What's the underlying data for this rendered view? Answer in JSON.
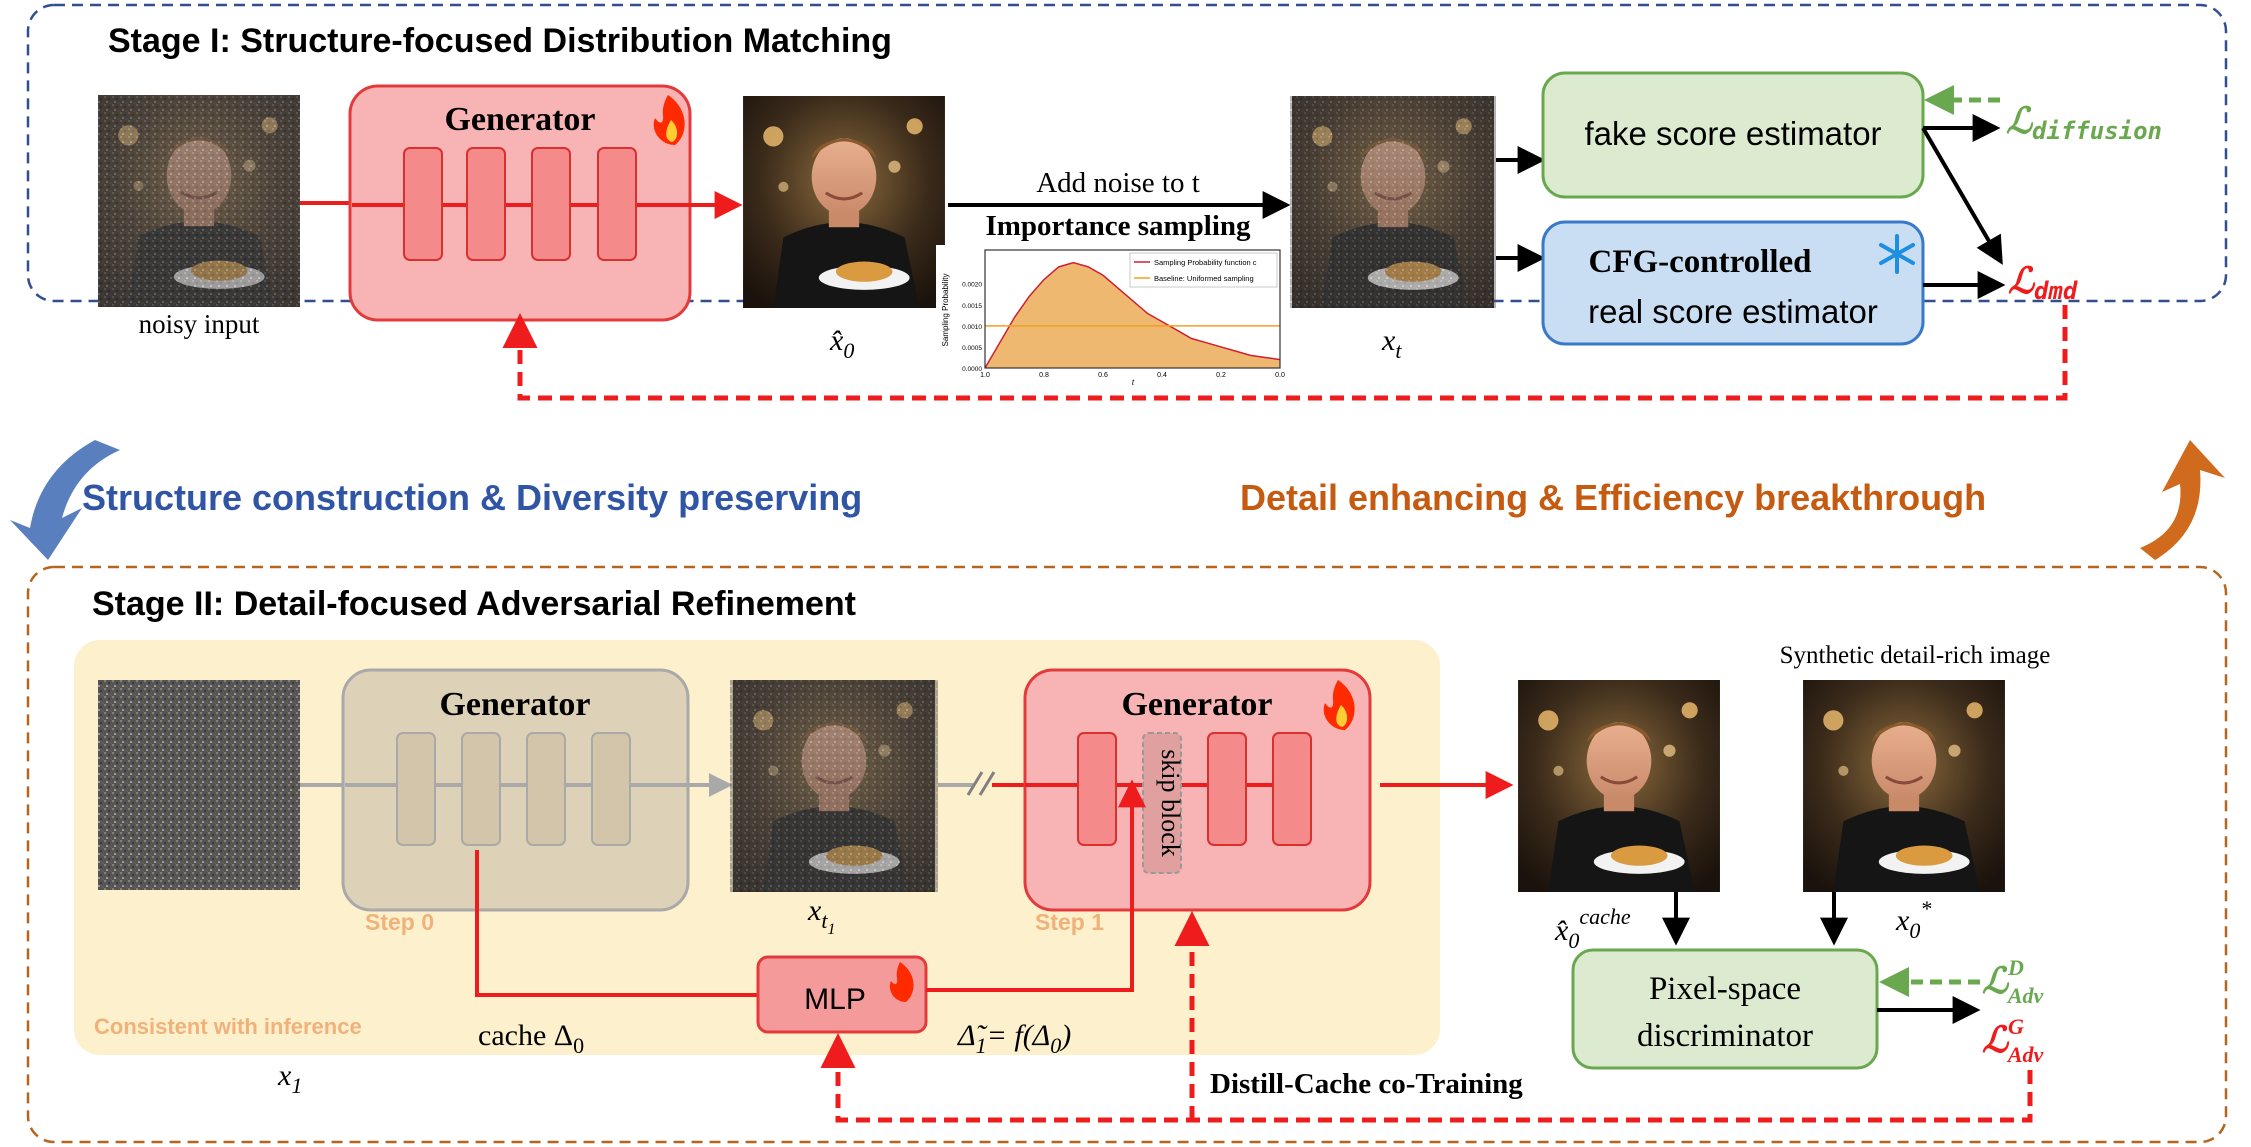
{
  "stage1": {
    "title": "Stage I: Structure-focused Distribution Matching",
    "noisy_input_label": "noisy input",
    "generator_label": "Generator",
    "x0hat_label": "x̂",
    "x0hat_sub": "0",
    "add_noise_label": "Add noise to t",
    "importance_sampling_label": "Importance sampling",
    "xt_label": "x",
    "xt_sub": "t",
    "fake_score_label": "fake score estimator",
    "cfg_label_bold": "CFG-controlled",
    "real_score_label": "real score estimator",
    "loss_diffusion": "ℒ",
    "loss_diffusion_sub": "diffusion",
    "loss_dmd": "ℒ",
    "loss_dmd_sub": "dmd"
  },
  "inset_chart": {
    "legend_series1": "Sampling Probability function c",
    "legend_series2": "Baseline: Uniformed sampling",
    "ylabel": "Sampling Probability",
    "xlabel": "t",
    "xticks": [
      "1.0",
      "0.8",
      "0.6",
      "0.4",
      "0.2",
      "0.0"
    ],
    "yticks": [
      "0.0020",
      "0.0015",
      "0.0010",
      "0.0005",
      "0.0000"
    ]
  },
  "chart_data": {
    "type": "area",
    "x": [
      1.0,
      0.95,
      0.9,
      0.85,
      0.8,
      0.75,
      0.7,
      0.65,
      0.6,
      0.55,
      0.5,
      0.45,
      0.4,
      0.35,
      0.3,
      0.25,
      0.2,
      0.15,
      0.1,
      0.05,
      0.0
    ],
    "series": [
      {
        "name": "Sampling Probability function c",
        "values": [
          0.0,
          0.0006,
          0.0012,
          0.0017,
          0.0021,
          0.0024,
          0.0025,
          0.0024,
          0.0022,
          0.0019,
          0.0016,
          0.0013,
          0.0011,
          0.0009,
          0.0007,
          0.0006,
          0.0005,
          0.0004,
          0.0003,
          0.00025,
          0.0002
        ],
        "color": "#d02030"
      },
      {
        "name": "Baseline: Uniformed sampling",
        "values": [
          0.001,
          0.001,
          0.001,
          0.001,
          0.001,
          0.001,
          0.001,
          0.001,
          0.001,
          0.001,
          0.001,
          0.001,
          0.001,
          0.001,
          0.001,
          0.001,
          0.001,
          0.001,
          0.001,
          0.001,
          0.001
        ],
        "color": "#f0a020"
      }
    ],
    "xlabel": "t",
    "ylabel": "Sampling Probability",
    "xlim": [
      1.0,
      0.0
    ],
    "ylim": [
      0.0,
      0.0028
    ]
  },
  "middle": {
    "left_text": "Structure construction & Diversity preserving",
    "right_text": "Detail enhancing & Efficiency breakthrough"
  },
  "stage2": {
    "title": "Stage II: Detail-focused Adversarial Refinement",
    "generator0_label": "Generator",
    "step0_label": "Step 0",
    "xt1_label": "x",
    "xt1_sub": "t",
    "xt1_subsub": "1",
    "generator1_label": "Generator",
    "skip_block_label": "skip block",
    "step1_label": "Step 1",
    "synthetic_label": "Synthetic detail-rich image",
    "x0cache_label": "x̂",
    "x0cache_sub": "0",
    "x0cache_sup": "cache",
    "x0star_label": "x",
    "x0star_sub": "0",
    "x0star_sup": "*",
    "mlp_label": "MLP",
    "consistent_label": "Consistent with inference",
    "cache_label": "cache Δ",
    "cache_sub": "0",
    "delta_label": "Δ̃",
    "delta_sub": "1",
    "delta_eq": "= f(Δ",
    "delta_eq_sub": "0",
    "delta_eq_end": ")",
    "x1_label": "x",
    "x1_sub": "1",
    "discriminator_line1": "Pixel-space",
    "discriminator_line2": "discriminator",
    "loss_adv_d": "ℒ",
    "loss_adv_d_sup": "D",
    "loss_adv_d_sub": "Adv",
    "loss_adv_g": "ℒ",
    "loss_adv_g_sup": "G",
    "loss_adv_g_sub": "Adv",
    "distill_label": "Distill-Cache co-Training"
  },
  "colors": {
    "stage1_border": "#2f4f8f",
    "stage2_border": "#b5651d",
    "generator_fill": "#f8b4b4",
    "generator_border": "#e33b3b",
    "fake_fill": "#dcebd0",
    "fake_border": "#6aa84f",
    "real_fill": "#c9def2",
    "real_border": "#3a78c8",
    "red_arrow": "#ee1c1c",
    "green_arrow": "#6aa84f",
    "blue_text": "#2f55a4",
    "orange_text": "#c55a11",
    "consistent_bg": "#fdf0cc"
  }
}
